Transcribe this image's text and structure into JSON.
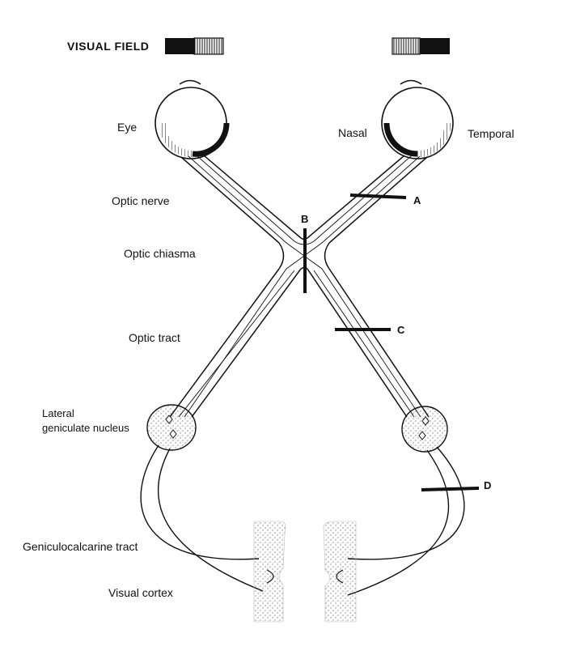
{
  "header": {
    "title": "VISUAL FIELD"
  },
  "labels": {
    "eye": "Eye",
    "nasal": "Nasal",
    "temporal": "Temporal",
    "optic_nerve": "Optic nerve",
    "optic_chiasma": "Optic chiasma",
    "optic_tract": "Optic tract",
    "lgn_line1": "Lateral",
    "lgn_line2": "geniculate nucleus",
    "geniculocalcarine": "Geniculocalcarine tract",
    "visual_cortex": "Visual cortex"
  },
  "lesions": {
    "a": "A",
    "b": "B",
    "c": "C",
    "d": "D"
  },
  "colors": {
    "ink": "#111111",
    "paper": "#ffffff",
    "stipple": "#555555"
  }
}
